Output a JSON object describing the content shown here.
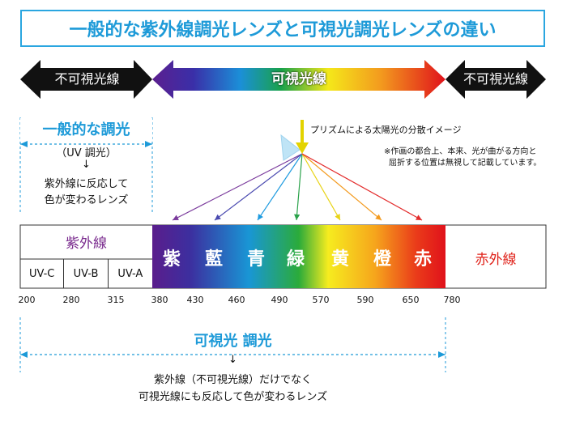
{
  "title": "一般的な紫外線調光レンズと可視光調光レンズの違い",
  "band": {
    "left_label": "不可視光線",
    "middle_label": "可視光線",
    "right_label": "不可視光線"
  },
  "general": {
    "title": "一般的な調光",
    "sub": "（UV 調光）",
    "arrow": "↓",
    "line1": "紫外線に反応して",
    "line2": "色が変わるレンズ"
  },
  "prism": {
    "label": "プリズムによる太陽光の分散イメージ",
    "note1": "※作画の都合上、本来、光が曲がる方向と",
    "note2": "屈折する位置は無視して記載しています。"
  },
  "spectrum": {
    "uv_label": "紫外線",
    "uv_sub": [
      "UV-C",
      "UV-B",
      "UV-A"
    ],
    "colors": [
      "紫",
      "藍",
      "青",
      "緑",
      "黄",
      "橙",
      "赤"
    ],
    "ir_label": "赤外線",
    "ticks": [
      "200",
      "280",
      "315",
      "380",
      "430",
      "460",
      "490",
      "570",
      "590",
      "650",
      "780"
    ]
  },
  "visible": {
    "title": "可視光 調光",
    "arrow": "↓",
    "line1": "紫外線（不可視光線）だけでなく",
    "line2": "可視光線にも反応して色が変わるレンズ"
  },
  "colors": {
    "accent_blue": "#1d9ad8",
    "uv_purple": "#7a2b8e",
    "ir_red": "#e0231b"
  }
}
